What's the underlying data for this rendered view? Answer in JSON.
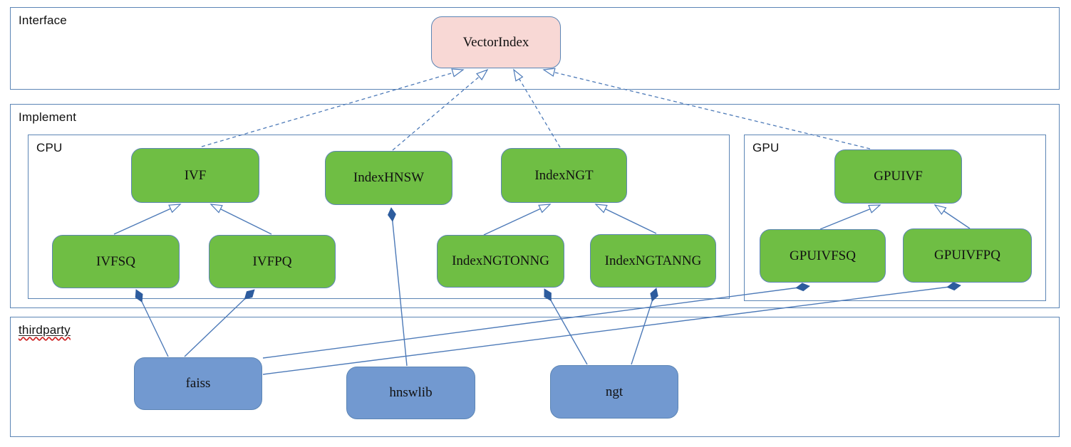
{
  "diagram": {
    "containers": {
      "interface": {
        "label": "Interface"
      },
      "implement": {
        "label": "Implement"
      },
      "cpu": {
        "label": "CPU"
      },
      "gpu": {
        "label": "GPU"
      },
      "thirdparty": {
        "label": "thirdparty",
        "spellcheck_squiggle": true
      }
    },
    "nodes": {
      "vectorindex": {
        "label": "VectorIndex",
        "kind": "interface",
        "container": "interface"
      },
      "ivf": {
        "label": "IVF",
        "kind": "implementation",
        "container": "cpu"
      },
      "indexhnsw": {
        "label": "IndexHNSW",
        "kind": "implementation",
        "container": "cpu"
      },
      "indexngt": {
        "label": "IndexNGT",
        "kind": "implementation",
        "container": "cpu"
      },
      "ivfsq": {
        "label": "IVFSQ",
        "kind": "implementation",
        "container": "cpu"
      },
      "ivfpq": {
        "label": "IVFPQ",
        "kind": "implementation",
        "container": "cpu"
      },
      "indexngtonng": {
        "label": "IndexNGTONNG",
        "kind": "implementation",
        "container": "cpu"
      },
      "indexngtanng": {
        "label": "IndexNGTANNG",
        "kind": "implementation",
        "container": "cpu"
      },
      "gpuivf": {
        "label": "GPUIVF",
        "kind": "implementation",
        "container": "gpu"
      },
      "gpuivfsq": {
        "label": "GPUIVFSQ",
        "kind": "implementation",
        "container": "gpu"
      },
      "gpuivfpq": {
        "label": "GPUIVFPQ",
        "kind": "implementation",
        "container": "gpu"
      },
      "faiss": {
        "label": "faiss",
        "kind": "library",
        "container": "thirdparty"
      },
      "hnswlib": {
        "label": "hnswlib",
        "kind": "library",
        "container": "thirdparty"
      },
      "ngt": {
        "label": "ngt",
        "kind": "library",
        "container": "thirdparty"
      }
    },
    "edges": [
      {
        "from": "IVF",
        "to": "VectorIndex",
        "type": "realization",
        "style": "dashed",
        "head": "hollow-triangle"
      },
      {
        "from": "IndexHNSW",
        "to": "VectorIndex",
        "type": "realization",
        "style": "dashed",
        "head": "hollow-triangle"
      },
      {
        "from": "IndexNGT",
        "to": "VectorIndex",
        "type": "realization",
        "style": "dashed",
        "head": "hollow-triangle"
      },
      {
        "from": "GPUIVF",
        "to": "VectorIndex",
        "type": "realization",
        "style": "dashed",
        "head": "hollow-triangle"
      },
      {
        "from": "IVFSQ",
        "to": "IVF",
        "type": "inheritance",
        "style": "solid",
        "head": "hollow-triangle"
      },
      {
        "from": "IVFPQ",
        "to": "IVF",
        "type": "inheritance",
        "style": "solid",
        "head": "hollow-triangle"
      },
      {
        "from": "IndexNGTONNG",
        "to": "IndexNGT",
        "type": "inheritance",
        "style": "solid",
        "head": "hollow-triangle"
      },
      {
        "from": "IndexNGTANNG",
        "to": "IndexNGT",
        "type": "inheritance",
        "style": "solid",
        "head": "hollow-triangle"
      },
      {
        "from": "GPUIVFSQ",
        "to": "GPUIVF",
        "type": "inheritance",
        "style": "solid",
        "head": "hollow-triangle"
      },
      {
        "from": "GPUIVFPQ",
        "to": "GPUIVF",
        "type": "inheritance",
        "style": "solid",
        "head": "hollow-triangle"
      },
      {
        "from": "faiss",
        "to": "IVFSQ",
        "type": "composition",
        "style": "solid",
        "head": "filled-diamond"
      },
      {
        "from": "faiss",
        "to": "IVFPQ",
        "type": "composition",
        "style": "solid",
        "head": "filled-diamond"
      },
      {
        "from": "faiss",
        "to": "GPUIVFSQ",
        "type": "composition",
        "style": "solid",
        "head": "filled-diamond"
      },
      {
        "from": "faiss",
        "to": "GPUIVFPQ",
        "type": "composition",
        "style": "solid",
        "head": "filled-diamond"
      },
      {
        "from": "hnswlib",
        "to": "IndexHNSW",
        "type": "composition",
        "style": "solid",
        "head": "filled-diamond"
      },
      {
        "from": "ngt",
        "to": "IndexNGTONNG",
        "type": "composition",
        "style": "solid",
        "head": "filled-diamond"
      },
      {
        "from": "ngt",
        "to": "IndexNGTANNG",
        "type": "composition",
        "style": "solid",
        "head": "filled-diamond"
      }
    ],
    "colors": {
      "interface_fill": "#f8d8d5",
      "implementation_fill": "#6fbe44",
      "library_fill": "#7299d0",
      "shape_border": "#5c85b5",
      "edge_line": "#4d7ab8",
      "diamond_fill": "#2d5c9e",
      "spellcheck_red": "#cc2222",
      "text": "#111111"
    }
  }
}
